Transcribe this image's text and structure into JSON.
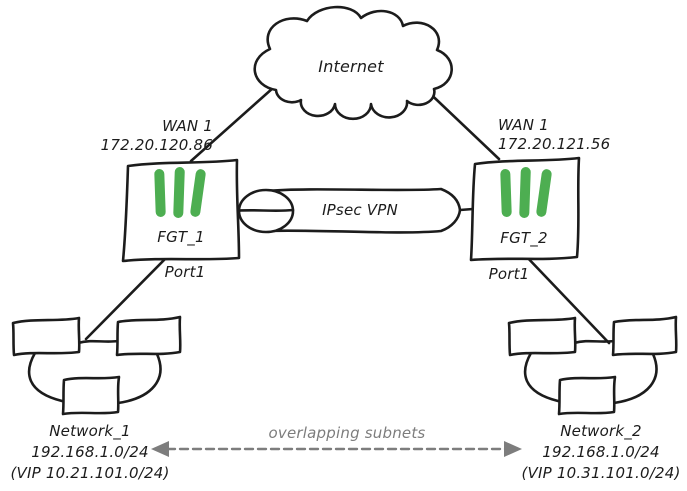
{
  "diagram": {
    "internet_label": "Internet",
    "tunnel_label": "IPsec VPN",
    "overlap_label": "overlapping subnets",
    "left": {
      "wan_label": "WAN 1",
      "wan_ip": "172.20.120.86",
      "device_label": "FGT_1",
      "device_icon": "fortigate-bars-icon",
      "port_label": "Port1",
      "network_label": "Network_1",
      "network_subnet": "192.168.1.0/24",
      "network_vip": "(VIP 10.21.101.0/24)"
    },
    "right": {
      "wan_label": "WAN 1",
      "wan_ip": "172.20.121.56",
      "device_label": "FGT_2",
      "device_icon": "fortigate-bars-icon",
      "port_label": "Port1",
      "network_label": "Network_2",
      "network_subnet": "192.168.1.0/24",
      "network_vip": "(VIP 10.31.101.0/24)"
    },
    "colors": {
      "stroke": "#1c1c1c",
      "green": "#4dae51",
      "gray": "#7d7d7d"
    }
  }
}
